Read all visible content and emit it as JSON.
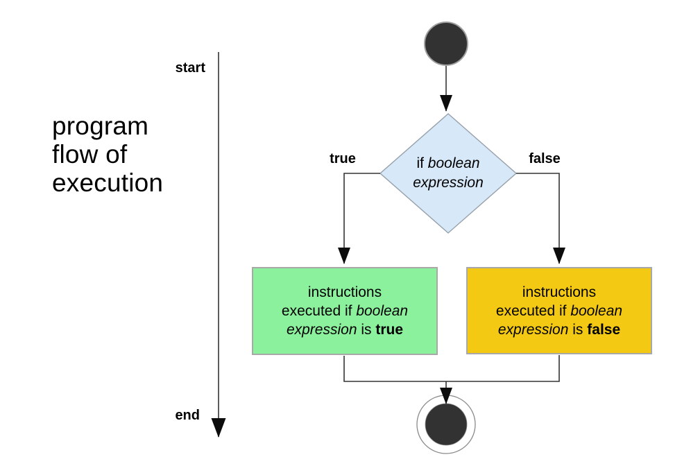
{
  "caption": {
    "text": "program\nflow of\nexecution"
  },
  "flow_axis": {
    "start_label": "start",
    "end_label": "end"
  },
  "decision": {
    "line1_regular": "if ",
    "line1_italic": "boolean",
    "line2_italic": "expression"
  },
  "branches": {
    "true_label": "true",
    "false_label": "false"
  },
  "true_box": {
    "line1": "instructions",
    "line2_regular": "executed if ",
    "line2_italic": "boolean",
    "line3_italic": "expression",
    "line3_regular": " is ",
    "line3_bold": "true"
  },
  "false_box": {
    "line1": "instructions",
    "line2_regular": "executed if ",
    "line2_italic": "boolean",
    "line3_italic": "expression",
    "line3_regular": " is ",
    "line3_bold": "false"
  },
  "icons": {
    "start_node": "filled-circle",
    "end_node": "ringed-circle",
    "decision_node": "diamond"
  },
  "colors": {
    "background": "#ffffff",
    "decision_fill": "#d7e8f8",
    "decision_border": "#96a0aa",
    "true_fill": "#8cf19d",
    "false_fill": "#f4c913",
    "box_border": "#a8a8a8",
    "node_fill": "#323232",
    "node_ring": "#a0a0a0",
    "end_ring": "#8a8a8a",
    "connector": "#333333",
    "arrowhead": "#0c0c0c",
    "text": "#000000"
  }
}
